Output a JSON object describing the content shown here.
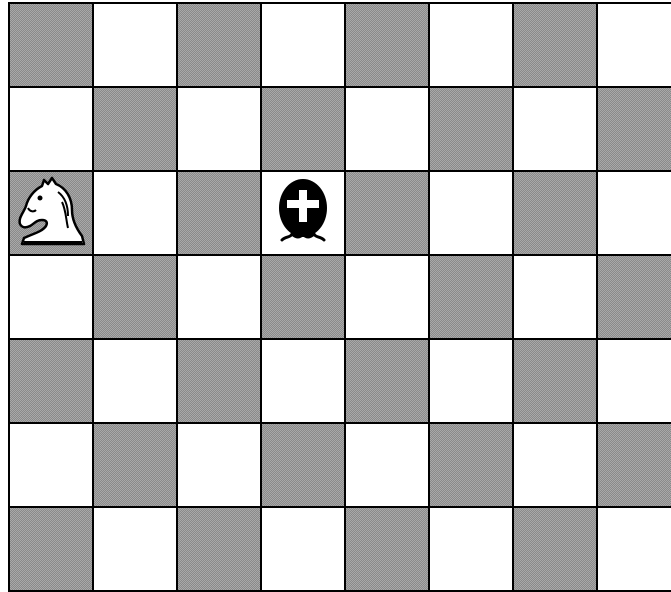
{
  "board": {
    "cols": 8,
    "rows": 7,
    "first_square": "dark",
    "colors": {
      "light": "#ffffff",
      "dark": "#a9a9a9",
      "line": "#000000"
    }
  },
  "pieces": [
    {
      "name": "white-knight",
      "icon": "white-knight-icon",
      "row": 2,
      "col": 0,
      "color": "#ffffff"
    },
    {
      "name": "black-bishop",
      "icon": "black-bishop-icon",
      "row": 2,
      "col": 3,
      "color": "#000000"
    }
  ]
}
